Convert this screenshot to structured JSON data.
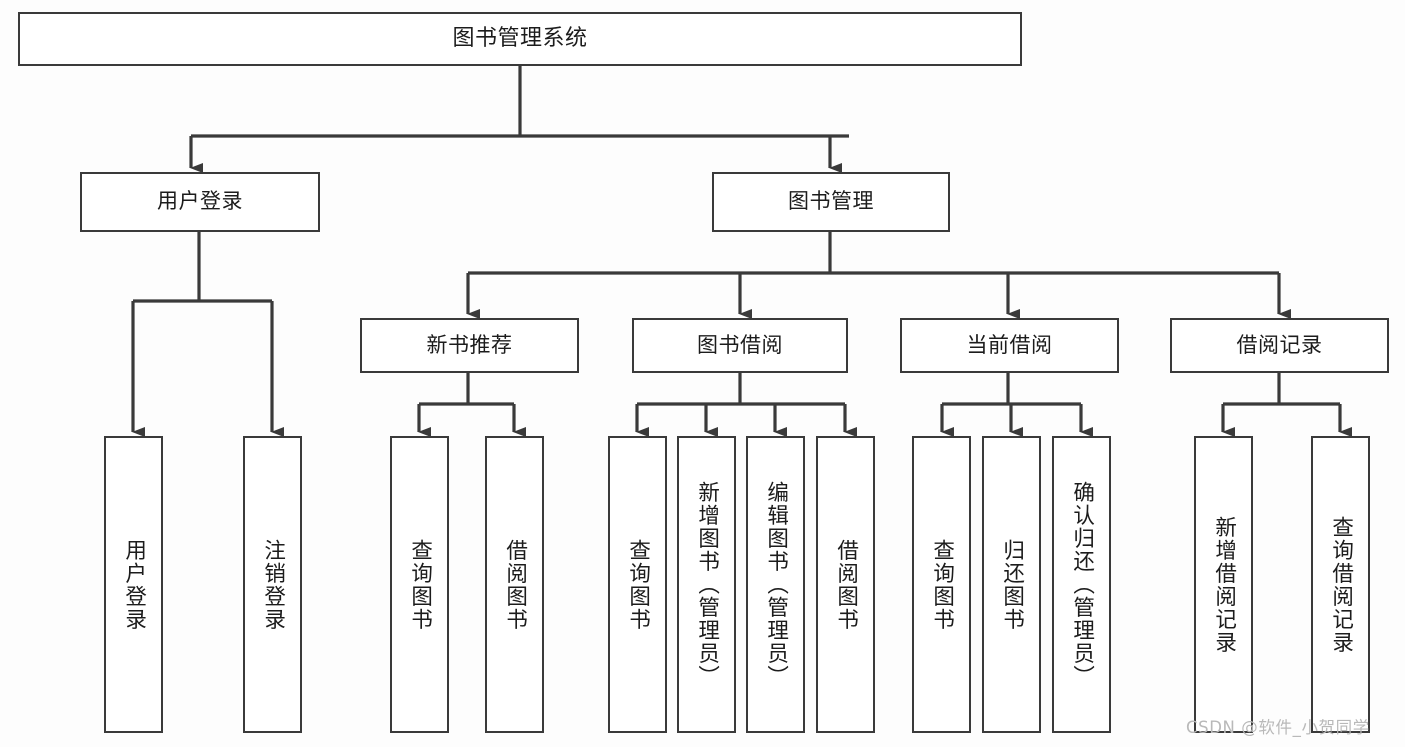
{
  "diagram": {
    "type": "tree-hierarchy-flowchart",
    "title": "图书管理系统",
    "line_color": "#3a3a3a",
    "box_fill": "#ffffff",
    "background": "#fdfdfd",
    "arrow_style": "filled-triangle-down",
    "nodes": {
      "root": {
        "label": "图书管理系统",
        "orientation": "horizontal",
        "level": 0
      },
      "l1_user_login": {
        "label": "用户登录",
        "orientation": "horizontal",
        "level": 1
      },
      "l1_book_mgmt": {
        "label": "图书管理",
        "orientation": "horizontal",
        "level": 1
      },
      "l2_new_book_rec": {
        "label": "新书推荐",
        "orientation": "horizontal",
        "level": 2
      },
      "l2_book_borrow": {
        "label": "图书借阅",
        "orientation": "horizontal",
        "level": 2
      },
      "l2_current_borrow": {
        "label": "当前借阅",
        "orientation": "horizontal",
        "level": 2
      },
      "l2_borrow_record": {
        "label": "借阅记录",
        "orientation": "horizontal",
        "level": 2
      },
      "l3_user_login": {
        "label": "用户登录",
        "orientation": "vertical",
        "level": 3
      },
      "l3_logout_login": {
        "label": "注销登录",
        "orientation": "vertical",
        "level": 3
      },
      "l3_query_book_a": {
        "label": "查询图书",
        "orientation": "vertical",
        "level": 3
      },
      "l3_borrow_book_a": {
        "label": "借阅图书",
        "orientation": "vertical",
        "level": 3
      },
      "l3_query_book_b": {
        "label": "查询图书",
        "orientation": "vertical",
        "level": 3
      },
      "l3_add_book_admin": {
        "label": "新增图书（管理员）",
        "orientation": "vertical",
        "level": 3
      },
      "l3_edit_book_admin": {
        "label": "编辑图书（管理员）",
        "orientation": "vertical",
        "level": 3
      },
      "l3_borrow_book_b": {
        "label": "借阅图书",
        "orientation": "vertical",
        "level": 3
      },
      "l3_query_book_c": {
        "label": "查询图书",
        "orientation": "vertical",
        "level": 3
      },
      "l3_return_book": {
        "label": "归还图书",
        "orientation": "vertical",
        "level": 3
      },
      "l3_confirm_return_admin": {
        "label": "确认归还（管理员）",
        "orientation": "vertical",
        "level": 3
      },
      "l3_add_borrow_record": {
        "label": "新增借阅记录",
        "orientation": "vertical",
        "level": 3
      },
      "l3_query_borrow_record": {
        "label": "查询借阅记录",
        "orientation": "vertical",
        "level": 3
      }
    },
    "edges": [
      {
        "from": "root",
        "to": "l1_user_login"
      },
      {
        "from": "root",
        "to": "l1_book_mgmt"
      },
      {
        "from": "l1_user_login",
        "to": "l3_user_login"
      },
      {
        "from": "l1_user_login",
        "to": "l3_logout_login"
      },
      {
        "from": "l1_book_mgmt",
        "to": "l2_new_book_rec"
      },
      {
        "from": "l1_book_mgmt",
        "to": "l2_book_borrow"
      },
      {
        "from": "l1_book_mgmt",
        "to": "l2_current_borrow"
      },
      {
        "from": "l1_book_mgmt",
        "to": "l2_borrow_record"
      },
      {
        "from": "l2_new_book_rec",
        "to": "l3_query_book_a"
      },
      {
        "from": "l2_new_book_rec",
        "to": "l3_borrow_book_a"
      },
      {
        "from": "l2_book_borrow",
        "to": "l3_query_book_b"
      },
      {
        "from": "l2_book_borrow",
        "to": "l3_add_book_admin"
      },
      {
        "from": "l2_book_borrow",
        "to": "l3_edit_book_admin"
      },
      {
        "from": "l2_book_borrow",
        "to": "l3_borrow_book_b"
      },
      {
        "from": "l2_current_borrow",
        "to": "l3_query_book_c"
      },
      {
        "from": "l2_current_borrow",
        "to": "l3_return_book"
      },
      {
        "from": "l2_current_borrow",
        "to": "l3_confirm_return_admin"
      },
      {
        "from": "l2_borrow_record",
        "to": "l3_add_borrow_record"
      },
      {
        "from": "l2_borrow_record",
        "to": "l3_query_borrow_record"
      }
    ]
  },
  "watermark": {
    "text": "CSDN @软件_小贺同学"
  }
}
